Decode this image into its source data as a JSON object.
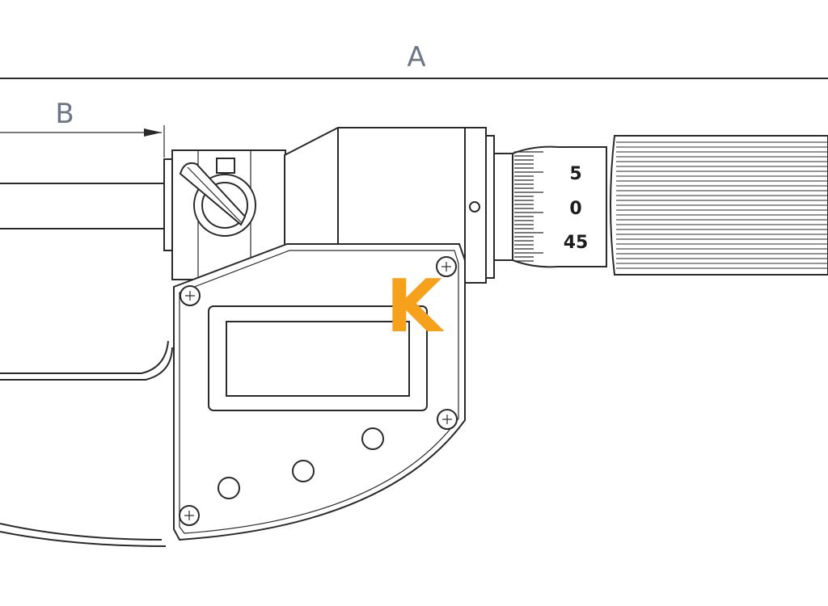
{
  "diagram": {
    "dimension_labels": {
      "overall_length": "A",
      "spindle_travel": "B"
    },
    "callout_label": "K",
    "thimble_scale": {
      "visible_numbers": [
        "5",
        "0",
        "45"
      ]
    },
    "colors": {
      "line": "#2a2a2a",
      "dimension_text": "#6d7686",
      "callout": "#f5a11c",
      "background": "#ffffff"
    }
  }
}
